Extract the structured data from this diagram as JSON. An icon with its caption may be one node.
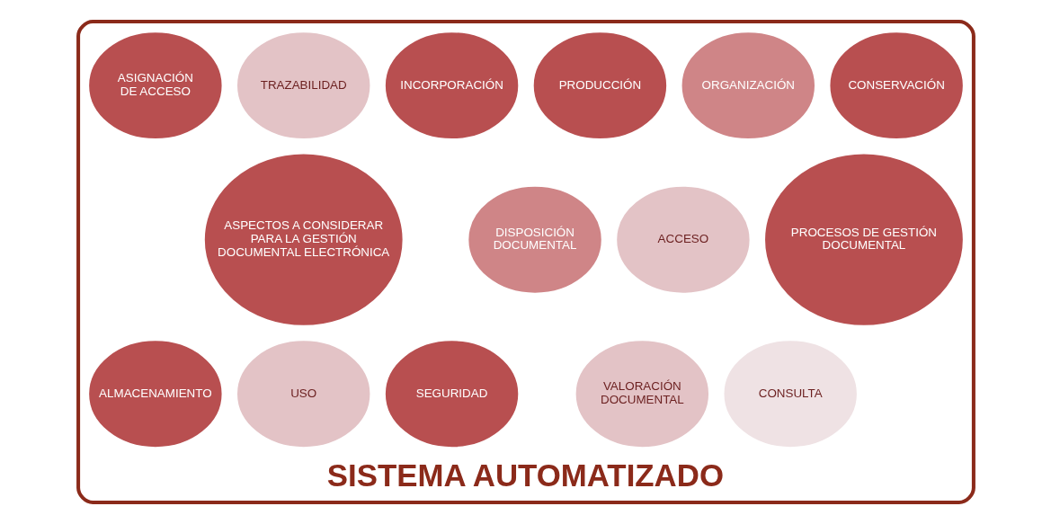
{
  "diagram": {
    "nodes": [
      {
        "text": [
          "SISTEMA AUTOMATIZADO"
        ]
      },
      {
        "text": [
          "PROCESOS DE GESTIÓN DOCUMENTAL"
        ],
        "in": 0
      },
      {
        "text": [
          "PRODUCCIÓN"
        ],
        "in": 0
      },
      {
        "text": [
          "CONSERVACIÓN"
        ],
        "in": 0
      },
      {
        "text": [
          "ORGANIZACIÓN"
        ],
        "in": 0
      },
      {
        "text": [
          "DISPOSICIÓN DOCUMENTAL"
        ],
        "in": 0
      },
      {
        "text": [
          "ACCESO"
        ],
        "in": 0
      },
      {
        "text": [
          "VALORACIÓN DOCUMENTAL"
        ],
        "in": 0
      },
      {
        "text": [
          "CONSULTA"
        ],
        "in": 0
      },
      {
        "text": [
          "ASPECTOS A CONSIDERAR PARA LA GESTIÓN DOCUMENTAL ELECTRÓNICA"
        ],
        "in": 0
      },
      {
        "text": [
          "INCORPORACIÓN"
        ],
        "in": 0
      },
      {
        "text": [
          "TRAZABILIDAD"
        ],
        "in": 0
      },
      {
        "text": [
          "ASIGNACIÓN DE ACCESO"
        ],
        "in": 0
      },
      {
        "text": [
          "USO"
        ],
        "in": 0
      },
      {
        "text": [
          "SEGURIDAD"
        ],
        "in": 0
      },
      {
        "text": [
          "ALMACENAMIENTO"
        ],
        "in": 0
      }
    ]
  }
}
